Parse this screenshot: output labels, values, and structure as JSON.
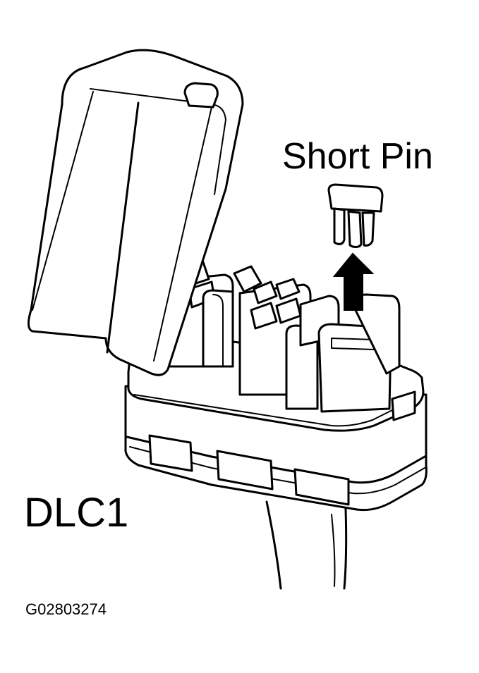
{
  "labels": {
    "short_pin": "Short Pin",
    "connector": "DLC1",
    "figure_code": "G02803274"
  },
  "colors": {
    "line": "#000000",
    "background": "#ffffff"
  }
}
